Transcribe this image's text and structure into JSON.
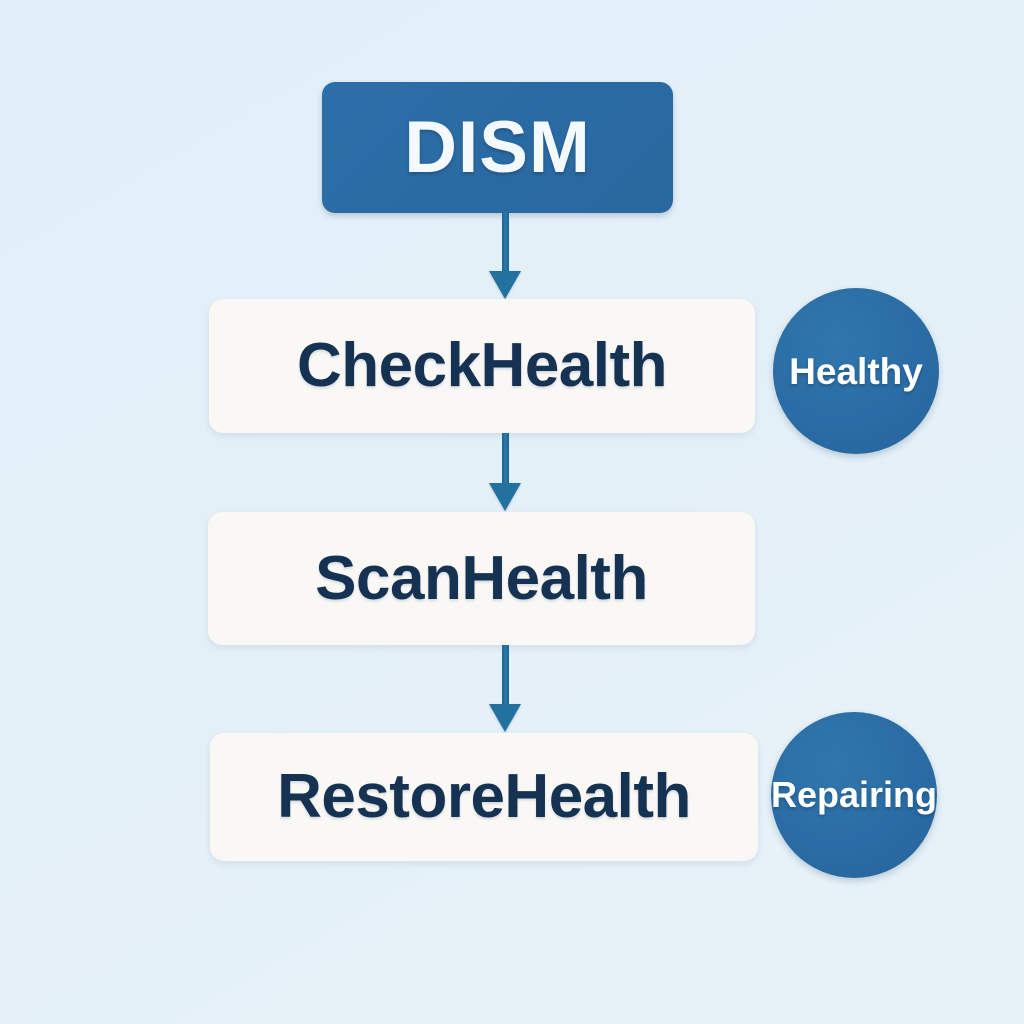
{
  "diagram": {
    "title": "DISM",
    "type": "flowchart",
    "background_color": "#e4f0f8",
    "accent_color": "#2a6ca5",
    "card_color": "#faf8f5",
    "card_text_color": "#163252",
    "header": {
      "label": "DISM",
      "text_color": "#f4f9fd",
      "fill_color": "#2a6ca5"
    },
    "steps": [
      {
        "label": "CheckHealth"
      },
      {
        "label": "ScanHealth"
      },
      {
        "label": "RestoreHealth"
      }
    ],
    "connectors": [
      {
        "from": "DISM",
        "to": "CheckHealth",
        "style": "arrow-down"
      },
      {
        "from": "CheckHealth",
        "to": "ScanHealth",
        "style": "arrow-down"
      },
      {
        "from": "ScanHealth",
        "to": "RestoreHealth",
        "style": "arrow-down"
      }
    ],
    "badges": [
      {
        "label": "Healthy",
        "attached_to": "CheckHealth",
        "fill_color": "#2a6ca5",
        "text_color": "#ffffff"
      },
      {
        "label": "Repairing",
        "attached_to": "RestoreHealth",
        "fill_color": "#2a6ca5",
        "text_color": "#ffffff"
      }
    ]
  }
}
